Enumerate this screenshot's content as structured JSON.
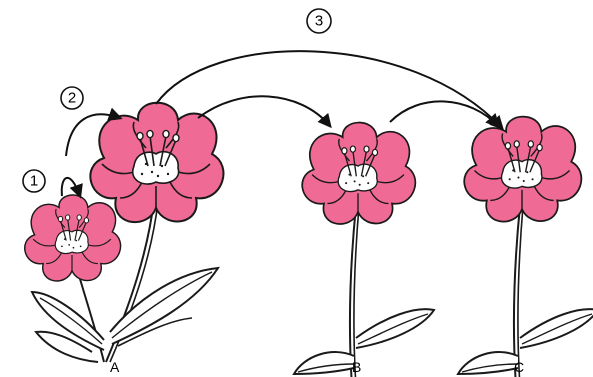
{
  "step_markers": [
    {
      "number": "1"
    },
    {
      "number": "2"
    },
    {
      "number": "3"
    }
  ],
  "plant_labels": {
    "a": "A",
    "b": "B",
    "c": "C"
  },
  "colors": {
    "petal": "#f06a96",
    "petal_shade": "#e14f7f",
    "center": "#ffffff",
    "outline": "#1a1a1a"
  }
}
